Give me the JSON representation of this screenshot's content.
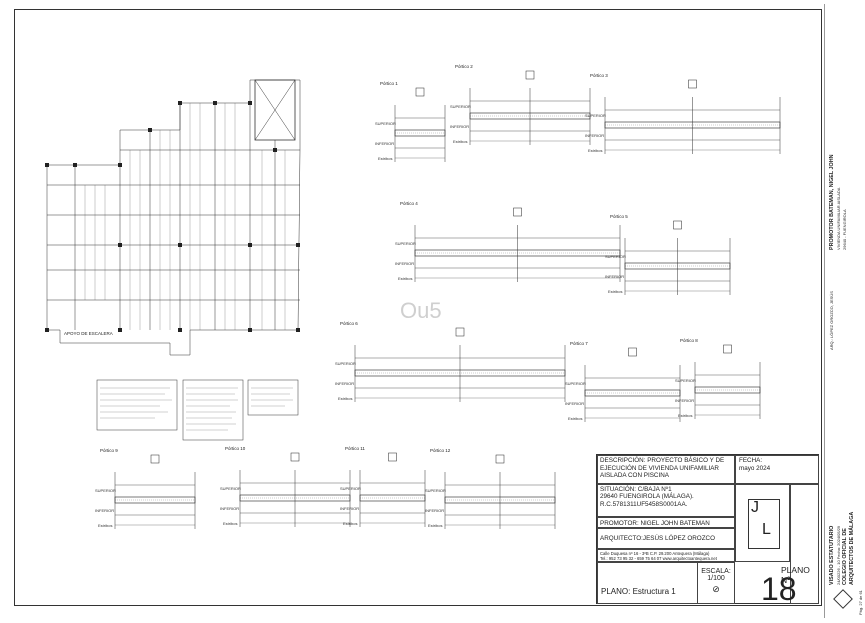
{
  "drawing": {
    "beam_labels": [
      "Pórtico 1",
      "Pórtico 2",
      "Pórtico 3",
      "Pórtico 4",
      "Pórtico 5",
      "Pórtico 6",
      "Pórtico 7",
      "Pórtico 8",
      "Pórtico 9",
      "Pórtico 10",
      "Pórtico 11",
      "Pórtico 12"
    ],
    "superior": "SUPERIOR",
    "inferior": "INFERIOR",
    "estribos": "Estribos",
    "apoyo": "APOYO DE ESCALERA",
    "watermark": "Ou5",
    "notes": [
      "FORJADO TIPO",
      "FORJADO",
      "Datos de recubrimientos",
      "ESPESOR TOTAL",
      "CANTO",
      "Bloque de hormigón"
    ]
  },
  "title_block": {
    "descripcion_label": "DESCRIPCIÓN:",
    "descripcion": "DESCRIPCIÓN: PROYECTO BÁSICO Y DE EJECUCIÓN DE VIVIENDA UNIFAMILIAR AISLADA CON PISCINA",
    "fecha_label": "FECHA:",
    "fecha": "mayo 2024",
    "situacion_label": "SITUACIÓN:",
    "situacion_1": "SITUACIÓN: C/BAJA Nº1",
    "situacion_2": "29640 FUENGIROLA (MÁLAGA).",
    "situacion_3": "R.C.5781311UF5458S0001AA.",
    "promotor": "PROMOTOR: NIGEL JOHN BATEMAN",
    "arquitecto": "ARQUITECTO:JESÚS LÓPEZ OROZCO",
    "contacto_1": "Calle Duquesa nº 16 - 3ºB    C.P. 29.200    Antequera (Málaga)",
    "contacto_2": "Tel.: 952 73 95 32 - 659 75 64 07  www.arquitectoantequera.net",
    "plano_label": "PLANO: Estructura 1",
    "escala_label": "ESCALA:",
    "escala": "1/100",
    "plano_num_label": "PLANO",
    "plano_n_label": "Nº",
    "plano_num": "18",
    "logo_letters": [
      "J",
      "L"
    ]
  },
  "stamps": {
    "visado_title": "VISADO ESTATUTARIO",
    "visado_num": "24/00226 - 10 Fecha: 2024/05/29",
    "colegio": "COLEGIO OFICIAL DE",
    "colegio_2": "ARQUITECTOS DE MÁLAGA",
    "promotor_v": "PROMOTOR  BATEMAN, NIGEL JOHN",
    "vivienda_v": "VIVIENDA UNIFAMILIAR AISLADA",
    "municipio_v": "29640 - FUENGIROLA",
    "arq_v": "ARQ.: LÓPEZ OROZCO, JESÚS",
    "pagina": "Pág. 27 de 61"
  }
}
